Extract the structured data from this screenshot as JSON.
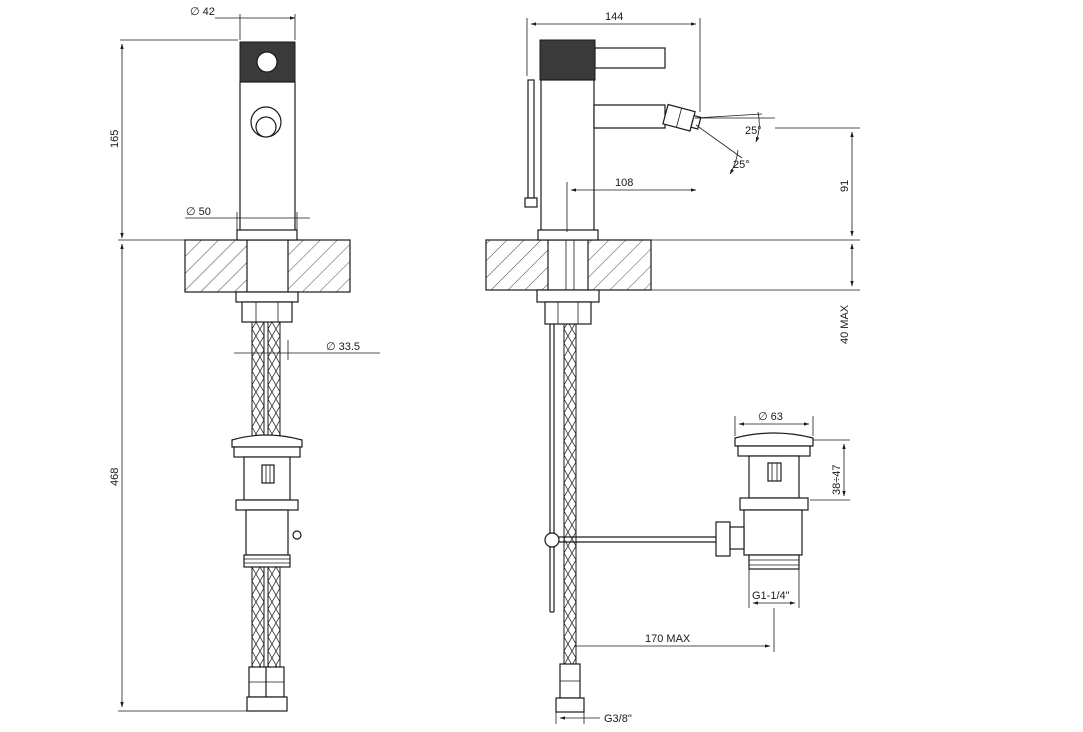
{
  "dimensions": {
    "top_diameter": "∅ 42",
    "height_above_deck": "165",
    "base_diameter": "∅ 50",
    "shank_diameter": "∅ 33.5",
    "total_hose_length": "468",
    "overall_length": "144",
    "spout_reach": "108",
    "spray_angle_upper": "25°",
    "spray_angle_lower": "25°",
    "spout_height": "91",
    "deck_thickness": "40 MAX",
    "waste_cap_diameter": "∅ 63",
    "waste_height_range": "38÷47",
    "waste_thread": "G1-1/4\"",
    "rod_length": "170 MAX",
    "hose_thread": "G3/8\""
  },
  "colors": {
    "line": "#1a1a1a",
    "knurl": "#3a3a3a",
    "background": "#ffffff"
  }
}
